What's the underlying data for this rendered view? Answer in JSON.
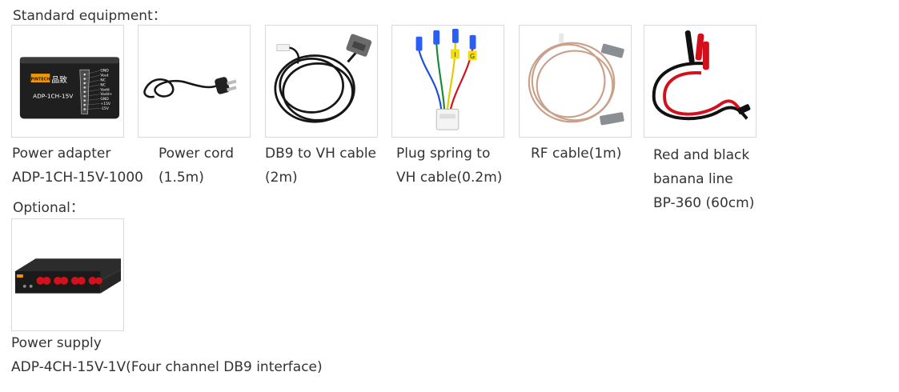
{
  "standard_section": {
    "title": "Standard equipment："
  },
  "optional_section": {
    "title": "Optional："
  },
  "standard_items": [
    {
      "name": "power-adapter",
      "lines": [
        "Power adapter",
        "ADP-1CH-15V-1000"
      ],
      "device_labels": {
        "brand": "PINTECH",
        "chinese": "品致",
        "model": "ADP-1CH-15V",
        "pins": [
          "GND",
          "Vout",
          "NC",
          "NC",
          "Vadd",
          "Vadd+",
          "GND",
          "+15V",
          "-15V"
        ]
      }
    },
    {
      "name": "power-cord",
      "lines": [
        "Power cord",
        "(1.5m)"
      ]
    },
    {
      "name": "db9-to-vh-cable",
      "lines": [
        "DB9 to VH cable",
        "(2m)"
      ]
    },
    {
      "name": "plug-spring-to-vh-cable",
      "lines": [
        "Plug spring to",
        "VH cable(0.2m)"
      ],
      "tags": [
        "I",
        "G"
      ]
    },
    {
      "name": "rf-cable",
      "lines": [
        "RF cable(1m)"
      ]
    },
    {
      "name": "red-black-banana-line",
      "lines": [
        "Red and black",
        "banana line",
        "BP-360  (60cm)"
      ]
    }
  ],
  "optional_items": [
    {
      "name": "power-supply",
      "lines": [
        "Power supply",
        "ADP-4CH-15V-1V(Four channel DB9 interface)"
      ]
    }
  ],
  "colors": {
    "border": "#d9d9d9",
    "text": "#333333",
    "brand_orange": "#f39800",
    "red": "#d3111c"
  }
}
